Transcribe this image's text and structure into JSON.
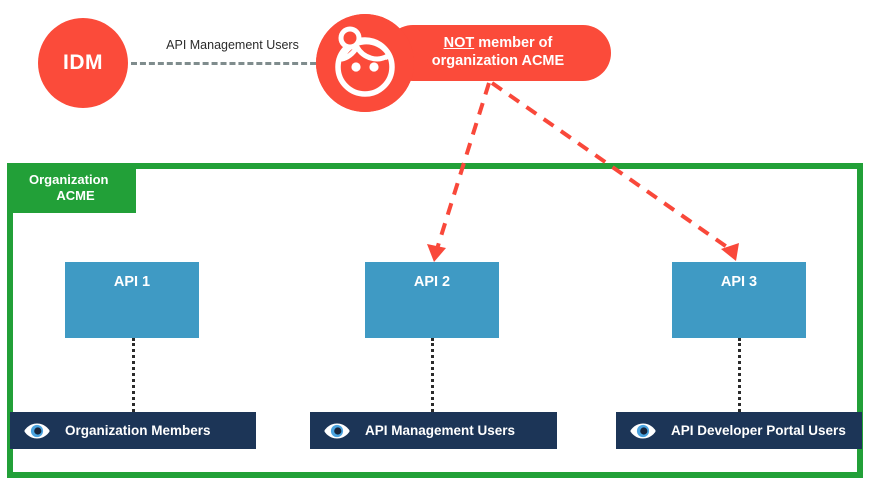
{
  "diagram": {
    "title_nodes": {
      "idm": {
        "label": "IDM",
        "color": "#fb4b3a"
      },
      "user": {
        "icon": "user-face-icon",
        "color": "#fb4b3a"
      }
    },
    "idm_user_link": {
      "label": "API Management Users",
      "style": "dashed",
      "color": "#7f8c8d"
    },
    "callout": {
      "emphasis": "NOT",
      "rest_line1": " member of",
      "line2": "organization ACME",
      "color": "#fb4b3a",
      "text_color": "#ffffff"
    },
    "organization": {
      "tab_line1": "Organization",
      "tab_line2": "ACME",
      "border_color": "#22a038"
    },
    "apis": [
      {
        "label": "API 1",
        "color": "#3f9ac4"
      },
      {
        "label": "API 2",
        "color": "#3f9ac4"
      },
      {
        "label": "API 3",
        "color": "#3f9ac4"
      }
    ],
    "roles": [
      {
        "label": "Organization Members",
        "icon": "eye-icon",
        "color": "#1c3557"
      },
      {
        "label": "API Management Users",
        "icon": "eye-icon",
        "color": "#1c3557"
      },
      {
        "label": "API Developer Portal Users",
        "icon": "eye-icon",
        "color": "#1c3557"
      }
    ],
    "arrows": [
      {
        "from": "callout",
        "to": "API 2",
        "style": "dashed",
        "color": "#fb4b3a"
      },
      {
        "from": "callout",
        "to": "API 3",
        "style": "dashed",
        "color": "#fb4b3a"
      }
    ]
  }
}
